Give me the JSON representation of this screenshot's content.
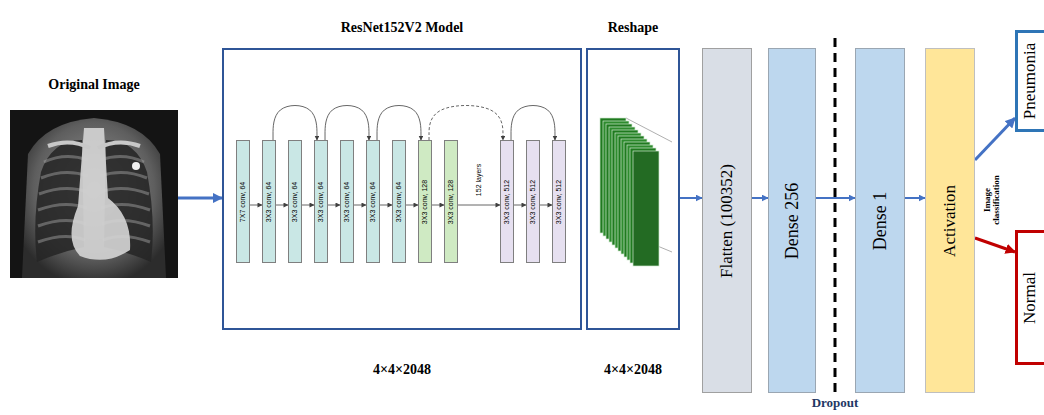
{
  "diagram": {
    "nodes": [
      {
        "text": [
          "Original Image"
        ]
      },
      {
        "text": [
          "ResNet152V2 Model"
        ]
      },
      {
        "text": [
          "7X7 conv, 64"
        ],
        "in": 1
      },
      {
        "text": [
          "3X3 conv, 64"
        ],
        "in": 1
      },
      {
        "text": [
          "3X3 conv, 64"
        ],
        "in": 1
      },
      {
        "text": [
          "3X3 conv, 64"
        ],
        "in": 1
      },
      {
        "text": [
          "3X3 conv, 64"
        ],
        "in": 1
      },
      {
        "text": [
          "3X3 conv, 64"
        ],
        "in": 1
      },
      {
        "text": [
          "3X3 conv, 64"
        ],
        "in": 1
      },
      {
        "text": [
          "3X3 conv, 128"
        ],
        "in": 1
      },
      {
        "text": [
          "3X3 conv, 128"
        ],
        "in": 1
      },
      {
        "text": [
          "3X3 conv, 512"
        ],
        "in": 1
      },
      {
        "text": [
          "3X3 conv, 512"
        ],
        "in": 1
      },
      {
        "text": [
          "3X3 conv, 512"
        ],
        "in": 1
      },
      {
        "text": [
          "Reshape"
        ]
      },
      {
        "text": [
          "Flatten (100352)"
        ]
      },
      {
        "text": [
          "Dense 256"
        ]
      },
      {
        "text": [
          "Dense 1"
        ]
      },
      {
        "text": [
          "Activation"
        ]
      },
      {
        "text": [
          "Pneumonia"
        ]
      },
      {
        "text": [
          "Normal"
        ]
      }
    ],
    "edges": [
      {
        "from": 0,
        "to": 1,
        "arrow": "to"
      },
      {
        "from": 2,
        "to": 3,
        "arrow": "to"
      },
      {
        "from": 3,
        "to": 4,
        "arrow": "to"
      },
      {
        "from": 4,
        "to": 5,
        "arrow": "to"
      },
      {
        "from": 5,
        "to": 6,
        "arrow": "to"
      },
      {
        "from": 6,
        "to": 7,
        "arrow": "to"
      },
      {
        "from": 7,
        "to": 8,
        "arrow": "to"
      },
      {
        "from": 8,
        "to": 9,
        "arrow": "to"
      },
      {
        "from": 9,
        "to": 10,
        "arrow": "to"
      },
      {
        "from": 10,
        "to": 11,
        "arrow": "to"
      },
      {
        "from": 11,
        "to": 12,
        "arrow": "to"
      },
      {
        "from": 12,
        "to": 13,
        "arrow": "to"
      },
      {
        "from": 3,
        "to": 5,
        "arrow": "to"
      },
      {
        "from": 5,
        "to": 7,
        "arrow": "to"
      },
      {
        "from": 7,
        "to": 9,
        "arrow": "to"
      },
      {
        "from": 9,
        "to": 11,
        "arrow": "to"
      },
      {
        "from": 11,
        "to": 13,
        "arrow": "to"
      },
      {
        "from": 14,
        "to": 15,
        "arrow": "to"
      },
      {
        "from": 15,
        "to": 16,
        "arrow": "to"
      },
      {
        "from": 16,
        "to": 17,
        "arrow": "to"
      },
      {
        "from": 17,
        "to": 18,
        "arrow": "to"
      },
      {
        "from": 18,
        "to": 19,
        "arrow": "to"
      },
      {
        "from": 18,
        "to": 20,
        "arrow": "to"
      }
    ],
    "labels": [
      "152 layers",
      "4×4×2048",
      "4×4×2048",
      "Dropout",
      "Image classification"
    ]
  }
}
